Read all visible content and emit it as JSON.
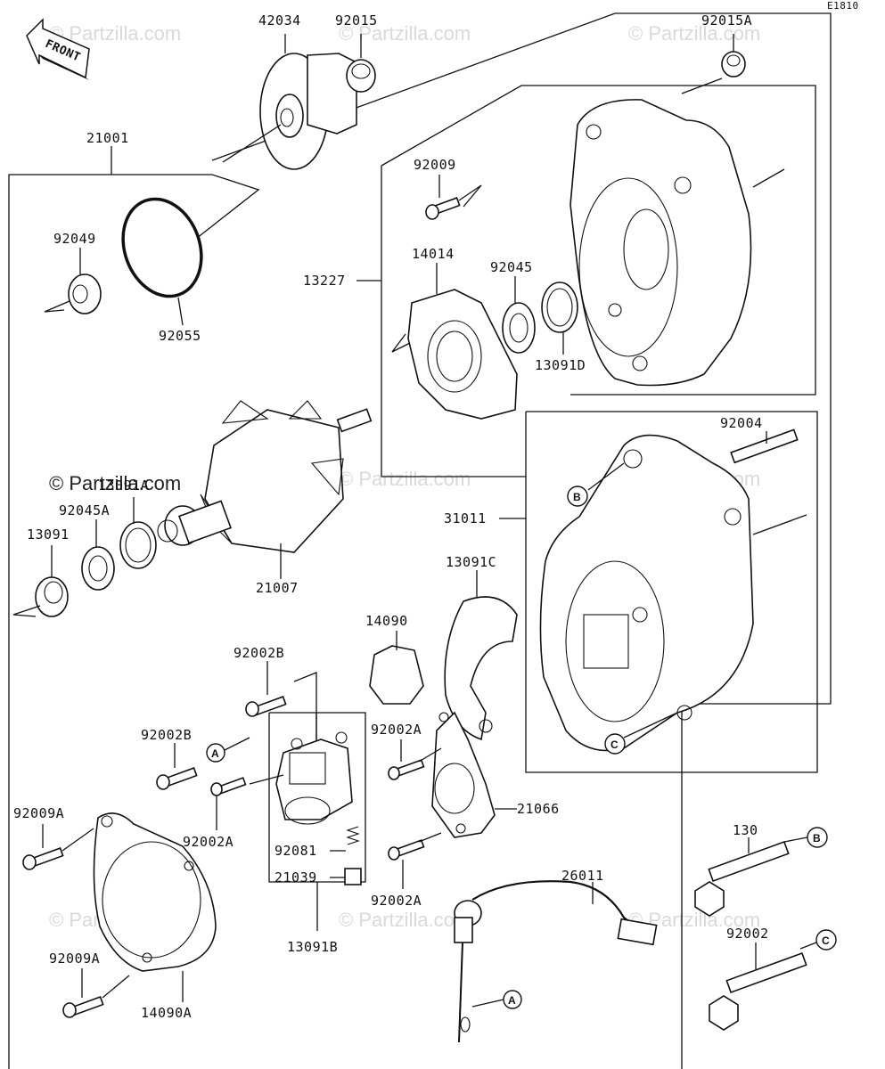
{
  "diagram_code": "E1810",
  "front_label": "FRONT",
  "watermark_text": "© Partzilla.com",
  "parts": {
    "p42034": "42034",
    "p92015": "92015",
    "p92015A": "92015A",
    "p21001": "21001",
    "p92009": "92009",
    "p92049": "92049",
    "p13227": "13227",
    "p14014": "14014",
    "p92045": "92045",
    "p92055": "92055",
    "p13091D": "13091D",
    "p92004": "92004",
    "p13091A": "13091A",
    "p92045A": "92045A",
    "p31011": "31011",
    "p13091": "13091",
    "p21007": "21007",
    "p13091C": "13091C",
    "p14090": "14090",
    "p92002B_top": "92002B",
    "p92002B": "92002B",
    "p92002A_top": "92002A",
    "p92009A_top": "92009A",
    "p21066": "21066",
    "p92002A_mid": "92002A",
    "p130": "130",
    "p92081": "92081",
    "p26011": "26011",
    "p21039": "21039",
    "p92002A_bot": "92002A",
    "p92002": "92002",
    "p13091B": "13091B",
    "p92009A_bot": "92009A",
    "p14090A": "14090A"
  },
  "refs": {
    "a1": "A",
    "a2": "A",
    "b1": "B",
    "b2": "B",
    "c1": "C",
    "c2": "C"
  }
}
